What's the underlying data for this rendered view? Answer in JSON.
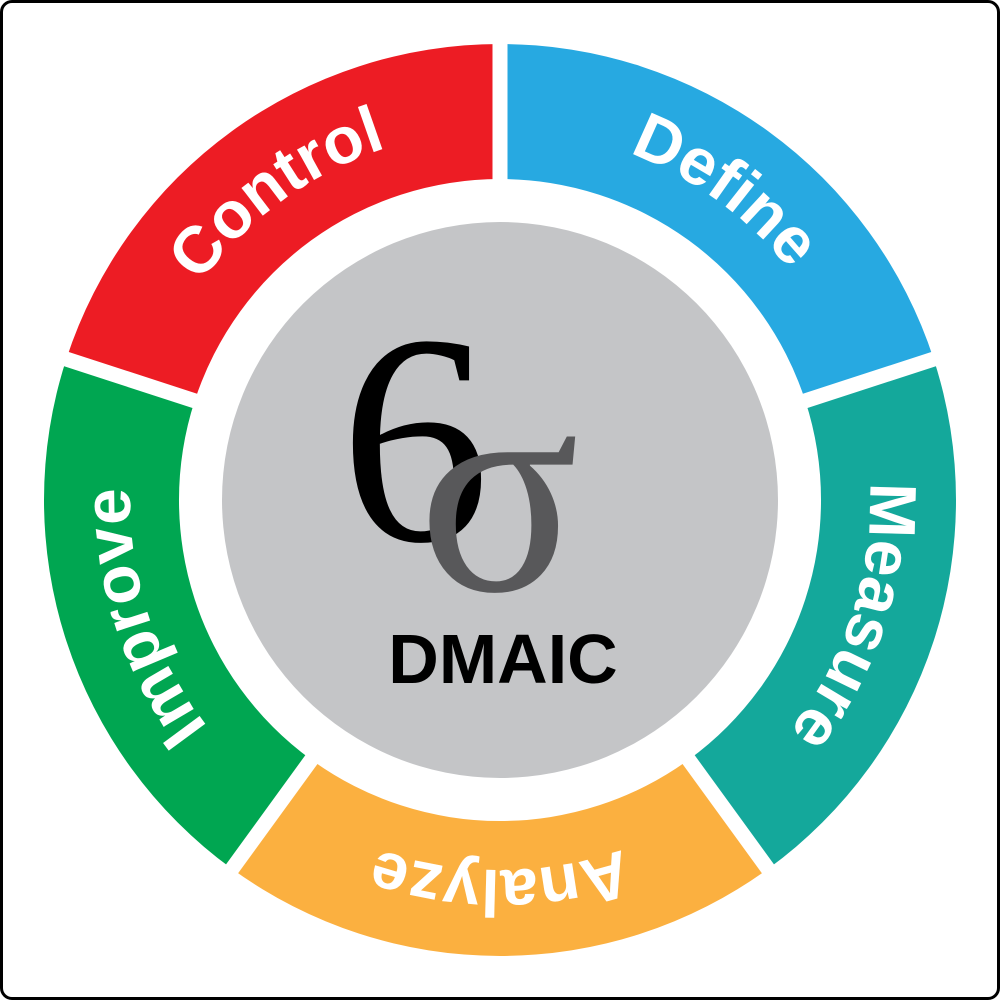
{
  "diagram": {
    "title": "DMAIC",
    "symbol": {
      "six": "6",
      "sigma": "σ",
      "six_color": "#000000",
      "sigma_color": "#58585a"
    },
    "center_color": "#c4c5c7",
    "segments": [
      {
        "label": "Define",
        "color": "#27a9e1"
      },
      {
        "label": "Measure",
        "color": "#14a89b"
      },
      {
        "label": "Analyze",
        "color": "#fbb040"
      },
      {
        "label": "Improve",
        "color": "#00a651"
      },
      {
        "label": "Control",
        "color": "#ed1c24"
      }
    ]
  }
}
